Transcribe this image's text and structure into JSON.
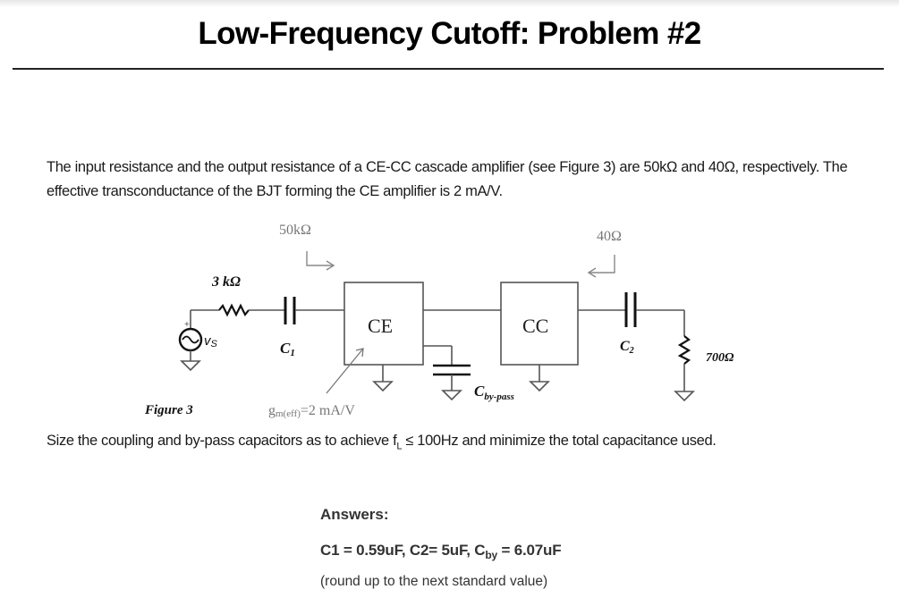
{
  "title": "Low-Frequency Cutoff: Problem #2",
  "problem": {
    "statement": "The input resistance and the output resistance of a CE-CC cascade amplifier (see Figure 3) are 50kΩ and 40Ω, respectively. The effective transconductance of the BJT forming the CE amplifier is 2 mA/V.",
    "task": "Size the coupling and by-pass capacitors as to achieve f",
    "task_sub": "L",
    "task_rest": " ≤ 100Hz and minimize the total capacitance used."
  },
  "figure": {
    "caption": "Figure 3",
    "source_label": "v",
    "source_sub": "S",
    "source_polarity": "+",
    "source_resistor": "3 kΩ",
    "input_resistance": "50kΩ",
    "output_resistance": "40Ω",
    "c1_label": "C",
    "c1_sub": "1",
    "c2_label": "C",
    "c2_sub": "2",
    "bypass_label": "C",
    "bypass_sub": "by-pass",
    "ce_block": "CE",
    "cc_block": "CC",
    "load_resistor": "700Ω",
    "gm_label": "g",
    "gm_sub": "m(eff)",
    "gm_value": "=2 mA/V"
  },
  "answers": {
    "heading": "Answers:",
    "c1": "C1 = 0.59uF, C2= 5uF, C",
    "cby_sub": "by",
    "cby": " = 6.07uF",
    "note": "(round up to the next standard value)"
  }
}
